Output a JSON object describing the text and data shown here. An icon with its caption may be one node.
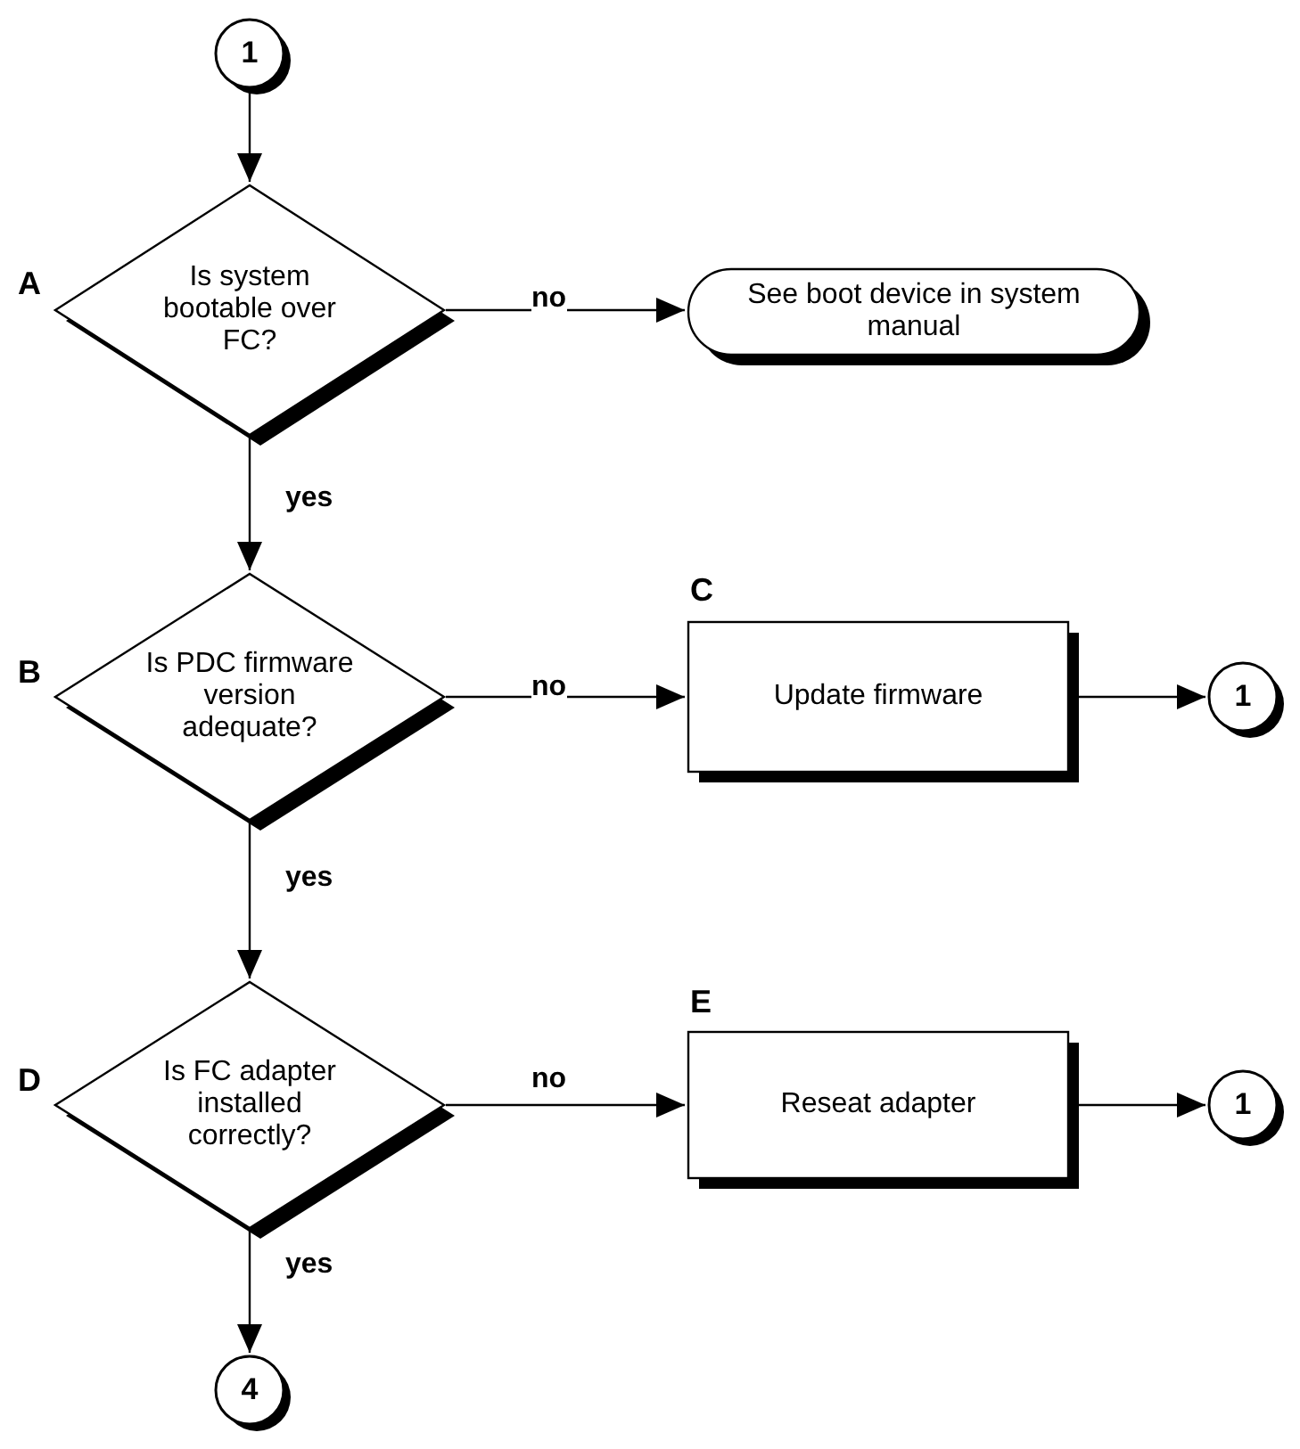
{
  "diagram": {
    "nodes": [
      {
        "text": [
          "1"
        ]
      },
      {
        "text": [
          "Is system bootable over FC?"
        ],
        "beside": [
          "A"
        ]
      },
      {
        "text": [
          "See boot device in system manual"
        ]
      },
      {
        "text": [
          "Is PDC firmware version adequate?"
        ],
        "beside": [
          "B"
        ]
      },
      {
        "text": [
          "Update firmware"
        ],
        "beside": [
          "C"
        ]
      },
      {
        "text": [
          "1"
        ]
      },
      {
        "text": [
          "Is FC adapter installed correctly?"
        ],
        "beside": [
          "D"
        ]
      },
      {
        "text": [
          "Reseat adapter"
        ],
        "beside": [
          "E"
        ]
      },
      {
        "text": [
          "1"
        ]
      },
      {
        "text": [
          "4"
        ]
      }
    ],
    "edges": [
      {
        "from": 0,
        "to": 1,
        "arrow": "to"
      },
      {
        "from": 1,
        "to": 2,
        "arrow": "to",
        "label": "no"
      },
      {
        "from": 1,
        "to": 3,
        "arrow": "to",
        "label": "yes"
      },
      {
        "from": 3,
        "to": 4,
        "arrow": "to",
        "label": "no"
      },
      {
        "from": 4,
        "to": 5,
        "arrow": "to"
      },
      {
        "from": 3,
        "to": 6,
        "arrow": "to",
        "label": "yes"
      },
      {
        "from": 6,
        "to": 7,
        "arrow": "to",
        "label": "no"
      },
      {
        "from": 7,
        "to": 8,
        "arrow": "to"
      },
      {
        "from": 6,
        "to": 9,
        "arrow": "to",
        "label": "yes"
      }
    ]
  }
}
